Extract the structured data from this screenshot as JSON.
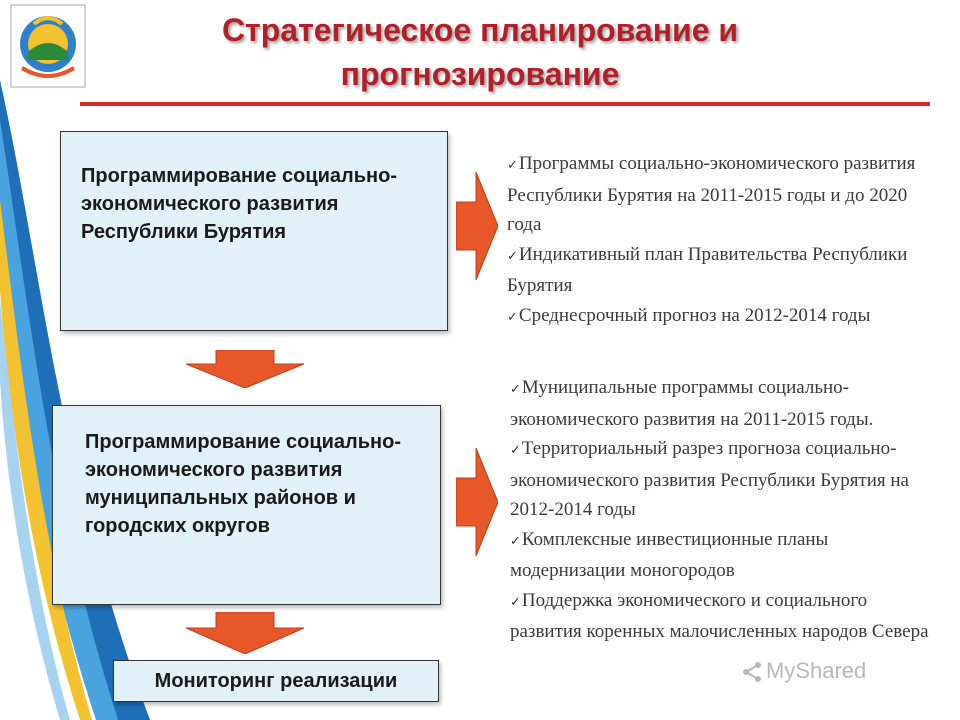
{
  "slide": {
    "title": "Стратегическое планирование и прогнозирование",
    "colors": {
      "title": "#b0202a",
      "accent_line": "#d12a2a",
      "box_fill": "#e1f1f7",
      "arrow_fill": "#e8572a",
      "decor_blue": "#1e6fb8",
      "decor_yellow": "#f2c230"
    }
  },
  "diagram": {
    "box1": {
      "label": "Программирование социально-экономического развития Республики Бурятия"
    },
    "box2": {
      "label": "Программирование социально-экономического развития муниципальных районов  и городских округов"
    },
    "box3": {
      "label": "Мониторинг реализации"
    },
    "list1": [
      "Программы социально-экономического развития Республики Бурятия на 2011-2015 годы и до 2020 года",
      "Индикативный план Правительства Республики Бурятия",
      "Среднесрочный прогноз на 2012-2014 годы"
    ],
    "list2": [
      "Муниципальные программы социально-экономического развития на 2011-2015 годы.",
      "Территориальный разрез прогноза социально-экономического развития Республики Бурятия на 2012-2014 годы",
      "Комплексные инвестиционные планы модернизации моногородов",
      "Поддержка экономического и социального развития коренных малочисленных народов Севера"
    ]
  },
  "watermark": {
    "text": "MyShared",
    "icon": "share-icon"
  },
  "emblem": {
    "icon": "republic-emblem-icon"
  }
}
